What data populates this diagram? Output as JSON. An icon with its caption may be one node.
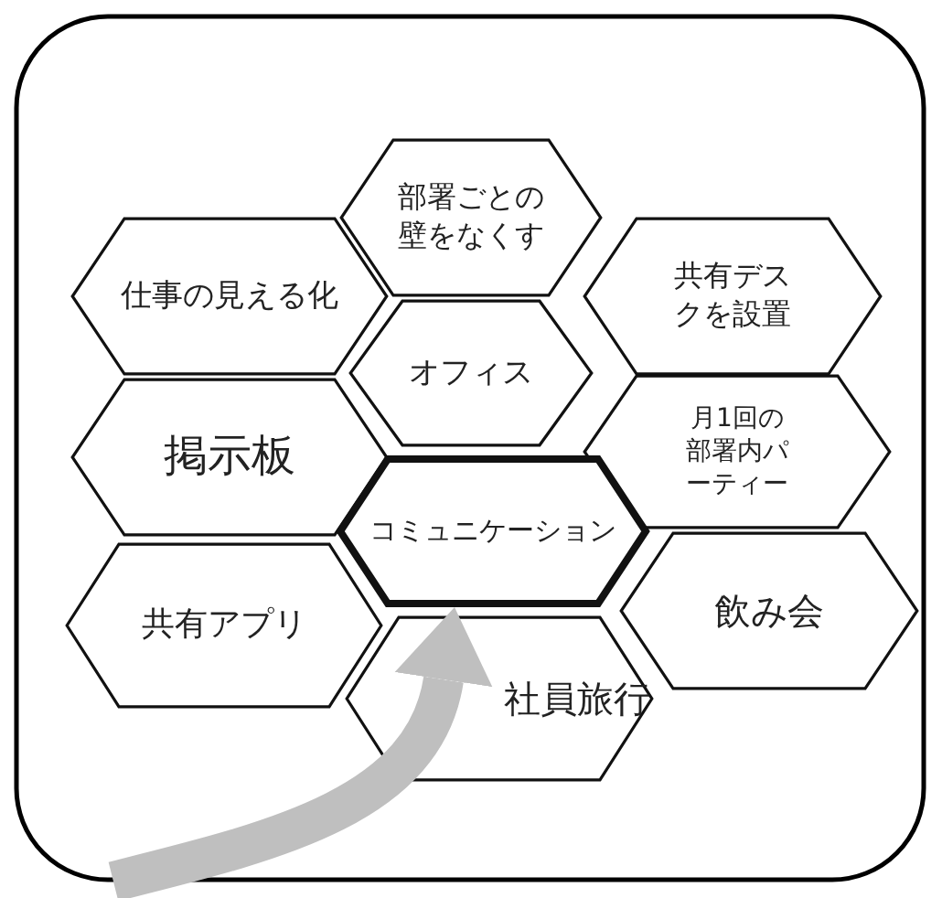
{
  "diagram": {
    "nodes": [
      {
        "text": [
          "部署ごとの壁をなくす"
        ]
      },
      {
        "text": [
          "仕事の見える化"
        ]
      },
      {
        "text": [
          "共有デスクを設置"
        ]
      },
      {
        "text": [
          "オフィス"
        ]
      },
      {
        "text": [
          "掲示板"
        ]
      },
      {
        "text": [
          "月1回の部署内パーティー"
        ]
      },
      {
        "text": [
          "コミュニケーション"
        ]
      },
      {
        "text": [
          "共有アプリ"
        ]
      },
      {
        "text": [
          "飲み会"
        ]
      },
      {
        "text": [
          "社員旅行"
        ]
      }
    ],
    "edges": [
      {
        "from": null,
        "to": 6,
        "arrow": "to",
        "color": "#bfbfbf"
      }
    ]
  }
}
